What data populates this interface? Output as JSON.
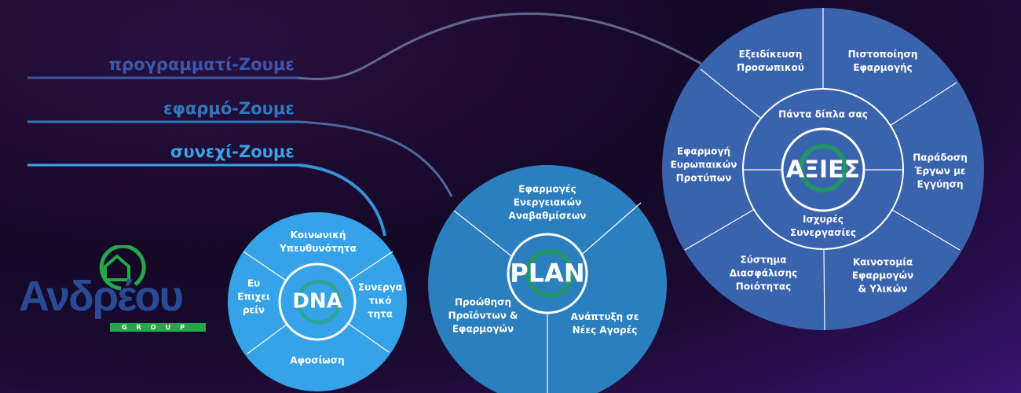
{
  "taglines": [
    {
      "text": "προγραμματί-Ζουμε",
      "color": "#3b58a8"
    },
    {
      "text": "εφαρμό-Ζουμε",
      "color": "#2f78be"
    },
    {
      "text": "συνεχί-Ζουμε",
      "color": "#3aa2ea"
    }
  ],
  "logo": {
    "name": "Ανδρέου",
    "sub": "GROUP"
  },
  "dna": {
    "center": "DNA",
    "color": "#36a3e9",
    "segments": [
      "Κοινωνική\nΥπευθυνότητα",
      "Συνεργα\nτικό\nτητα",
      "Αφοσίωση",
      "Ευ\nΕπιχει\nρείν"
    ]
  },
  "plan": {
    "center": "PLAN",
    "color": "#2b7fbf",
    "segments": [
      "Εφαρμογές\nΕνεργειακών\nΑναβαθμίσεων",
      "Ανάπτυξη σε\nΝέες Αγορές",
      "Προώθηση\nΠροϊόντων &\nΕφαρμογών"
    ]
  },
  "axies": {
    "center": "ΑΞΙΕΣ",
    "color": "#3a63ae",
    "inner": [
      "Πάντα δίπλα σας",
      "Ισχυρές\nΣυνεργασίες"
    ],
    "segments": [
      "Εξειδίκευση\nΠροσωπικού",
      "Πιστοποίηση\nΕφαρμογής",
      "Παράδοση\nΈργων με\nΕγγύηση",
      "Καινοτομία\nΕφαρμογών\n& Υλικών",
      "Σύστημα\nΔιασφάλισης\nΠοιότητας",
      "Εφαρμογή\nΕυρωπαικών\nΠροτύπων"
    ]
  }
}
